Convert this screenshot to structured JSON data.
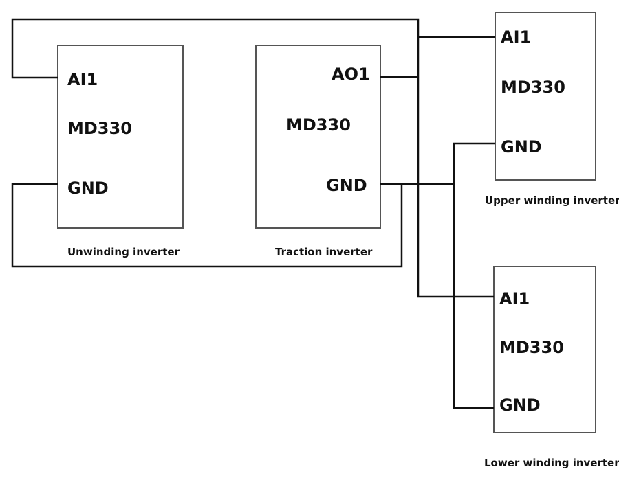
{
  "unwinding": {
    "ai": "AI1",
    "model": "MD330",
    "gnd": "GND",
    "caption": "Unwinding inverter"
  },
  "traction": {
    "ao": "AO1",
    "model": "MD330",
    "gnd": "GND",
    "caption": "Traction inverter"
  },
  "upper": {
    "ai": "AI1",
    "model": "MD330",
    "gnd": "GND",
    "caption": "Upper winding inverter"
  },
  "lower": {
    "ai": "AI1",
    "model": "MD330",
    "gnd": "GND",
    "caption": "Lower winding inverter"
  }
}
